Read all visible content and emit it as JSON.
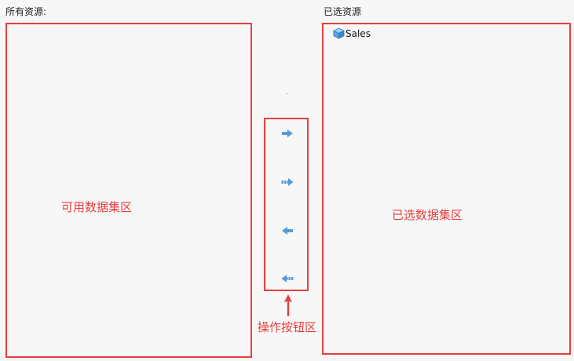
{
  "available": {
    "title": "所有资源:",
    "zone_annotation": "可用数据集区"
  },
  "selected": {
    "title": "已选资源",
    "zone_annotation": "已选数据集区",
    "items": [
      {
        "label": "Sales",
        "icon": "cube-icon"
      }
    ]
  },
  "operations": {
    "zone_annotation": "操作按钮区",
    "buttons": [
      {
        "name": "add",
        "icon": "arrow-right-icon"
      },
      {
        "name": "add-all",
        "icon": "double-arrow-right-icon"
      },
      {
        "name": "remove",
        "icon": "arrow-left-icon"
      },
      {
        "name": "remove-all",
        "icon": "double-arrow-left-icon"
      }
    ]
  },
  "colors": {
    "annotation": "#e5403f",
    "arrow_button": "#5b9bd5",
    "background": "#f7f7f7"
  }
}
